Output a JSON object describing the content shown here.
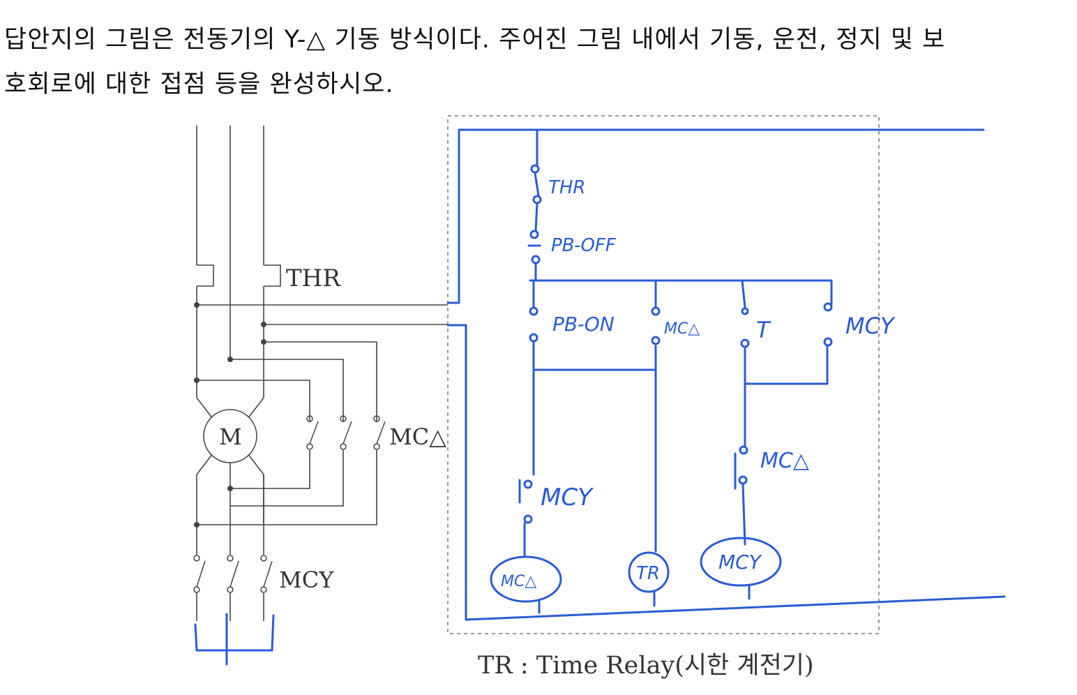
{
  "question": {
    "line1": "답안지의 그림은 전동기의 Y-△ 기동 방식이다.  주어진 그림 내에서 기동, 운전, 정지 및 보",
    "line2": "호회로에 대한 접점 등을 완성하시오."
  },
  "printed_labels": {
    "thr": "THR",
    "motor": "M",
    "mc_delta": "MC△",
    "mcy": "MCY"
  },
  "handwritten_labels": {
    "thr": "THR",
    "pb_off": "PB-OFF",
    "pb_on": "PB-ON",
    "mc_delta_seal": "MC△",
    "tr_contact": "T",
    "mcy_interlock": "MCY",
    "mcy_contact": "MCY",
    "mc_delta_contact": "MC△",
    "coil_mc_delta": "MC△",
    "coil_tr": "TR",
    "coil_mcy": "MCY"
  },
  "caption": "TR : Time Relay(시한 계전기)",
  "colors": {
    "ink": "#333333",
    "pen": "#2a5bd7"
  }
}
